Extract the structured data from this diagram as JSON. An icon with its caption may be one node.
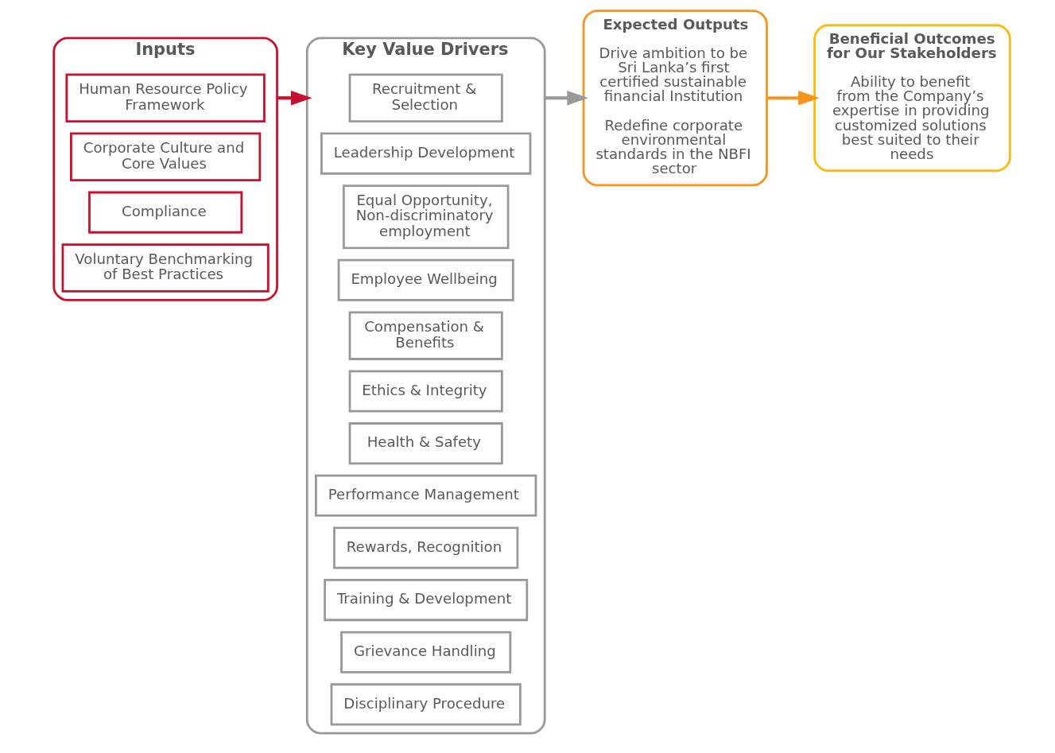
{
  "diagram": {
    "nodes": [
      {
        "text": [
          "Inputs"
        ]
      },
      {
        "text": [
          "Human Resource Policy Framework"
        ],
        "in": 0
      },
      {
        "text": [
          "Corporate Culture and Core Values"
        ],
        "in": 0
      },
      {
        "text": [
          "Compliance"
        ],
        "in": 0
      },
      {
        "text": [
          "Voluntary Benchmarking of Best Practices"
        ],
        "in": 0
      },
      {
        "text": [
          "Key Value Drivers"
        ]
      },
      {
        "text": [
          "Recruitment & Selection"
        ],
        "in": 5
      },
      {
        "text": [
          "Leadership Development"
        ],
        "in": 5
      },
      {
        "text": [
          "Equal Opportunity, Non-discriminatory employment"
        ],
        "in": 5
      },
      {
        "text": [
          "Employee Wellbeing"
        ],
        "in": 5
      },
      {
        "text": [
          "Compensation & Benefits"
        ],
        "in": 5
      },
      {
        "text": [
          "Ethics & Integrity"
        ],
        "in": 5
      },
      {
        "text": [
          "Health & Safety"
        ],
        "in": 5
      },
      {
        "text": [
          "Performance Management"
        ],
        "in": 5
      },
      {
        "text": [
          "Rewards, Recognition"
        ],
        "in": 5
      },
      {
        "text": [
          "Training & Development"
        ],
        "in": 5
      },
      {
        "text": [
          "Grievance Handling"
        ],
        "in": 5
      },
      {
        "text": [
          "Disciplinary Procedure"
        ],
        "in": 5
      },
      {
        "text": [
          "Expected Outputs",
          "Drive ambition to be Sri Lanka’s first certified sustainable financial Institution",
          "Redefine corporate environmental standards in the NBFI sector"
        ]
      },
      {
        "text": [
          "Beneficial Outcomes for Our Stakeholders",
          "Ability to benefit from the Company’s expertise in providing customized solutions best suited to their needs"
        ]
      }
    ],
    "edges": [
      {
        "from": 0,
        "to": 5,
        "arrow": "to",
        "color": "#c8102e"
      },
      {
        "from": 5,
        "to": 18,
        "arrow": "to",
        "color": "#999999"
      },
      {
        "from": 18,
        "to": 19,
        "arrow": "to",
        "color": "#f7941d"
      }
    ]
  }
}
